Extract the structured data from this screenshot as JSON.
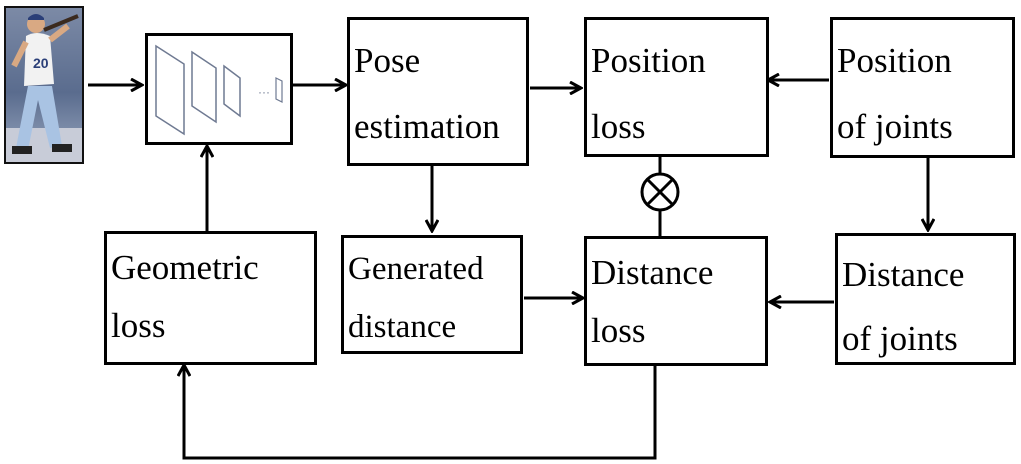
{
  "diagram": {
    "input_image": {
      "icon": "baseball-batter-photo-icon"
    },
    "cnn_block": {
      "icon": "cnn-feature-maps-icon",
      "ellipsis": "···"
    },
    "boxes": {
      "pose_estimation": {
        "line1": "Pose",
        "line2": "estimation"
      },
      "position_loss": {
        "line1": "Position",
        "line2": "loss"
      },
      "position_of_joints": {
        "line1": "Position",
        "line2": "of joints"
      },
      "geometric_loss": {
        "line1": "Geometric",
        "line2": "loss"
      },
      "generated_distance": {
        "line1": "Generated",
        "line2": "distance"
      },
      "distance_loss": {
        "line1": "Distance",
        "line2": "loss"
      },
      "distance_of_joints": {
        "line1": "Distance",
        "line2": "of joints"
      }
    },
    "multiply_operator": {
      "icon": "circled-times-icon"
    }
  }
}
